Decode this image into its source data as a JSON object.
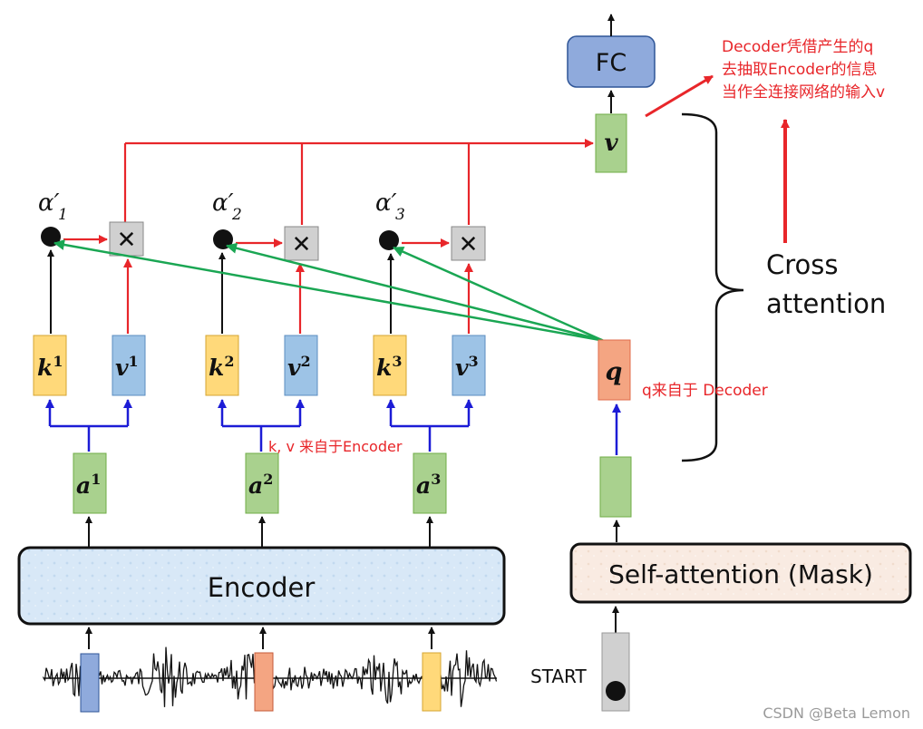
{
  "diagram": {
    "alphas": [
      {
        "greek": "α",
        "prime": "′",
        "sub": "1"
      },
      {
        "greek": "α",
        "prime": "′",
        "sub": "2"
      },
      {
        "greek": "α",
        "prime": "′",
        "sub": "3"
      }
    ],
    "multiply_symbol": "✕",
    "keys": [
      {
        "letter": "k",
        "sup": "1"
      },
      {
        "letter": "k",
        "sup": "2"
      },
      {
        "letter": "k",
        "sup": "3"
      }
    ],
    "values": [
      {
        "letter": "v",
        "sup": "1"
      },
      {
        "letter": "v",
        "sup": "2"
      },
      {
        "letter": "v",
        "sup": "3"
      }
    ],
    "inputs": [
      {
        "letter": "a",
        "sup": "1"
      },
      {
        "letter": "a",
        "sup": "2"
      },
      {
        "letter": "a",
        "sup": "3"
      }
    ],
    "query_label": "q",
    "output_v_label": "v",
    "fc_label": "FC",
    "encoder_label": "Encoder",
    "self_attention_label": "Self-attention (Mask)",
    "start_label": "START",
    "cross_attention_label": [
      "Cross",
      "attention"
    ],
    "annotations": {
      "kv_source": "k, v 来自于Encoder",
      "q_source": "q来自于 Decoder",
      "decoder_note": [
        "Decoder凭借产生的q",
        "去抽取Encoder的信息",
        "当作全连接网络的输入v"
      ]
    },
    "watermark": "CSDN @Beta Lemon",
    "colors": {
      "red": "#e8262a",
      "green": "#1aa653",
      "blue": "#1c1cd6",
      "key_fill": "#ffd97a",
      "value_fill": "#9dc3e6",
      "input_fill": "#a9d18e",
      "query_fill": "#f4b183",
      "fc_fill": "#8faadc"
    }
  }
}
